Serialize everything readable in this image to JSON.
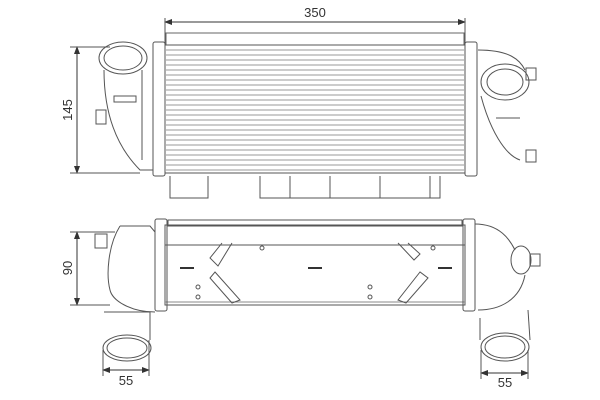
{
  "diagram": {
    "subject": "intercooler technical drawing",
    "views": [
      "top view",
      "front view"
    ],
    "dimensions": {
      "top_width": "350",
      "top_height": "145",
      "front_height": "90",
      "left_pipe_diameter": "55",
      "right_pipe_diameter": "55"
    },
    "colors": {
      "line": "#555555",
      "fill": "#ffffff",
      "fin": "#999999"
    }
  }
}
